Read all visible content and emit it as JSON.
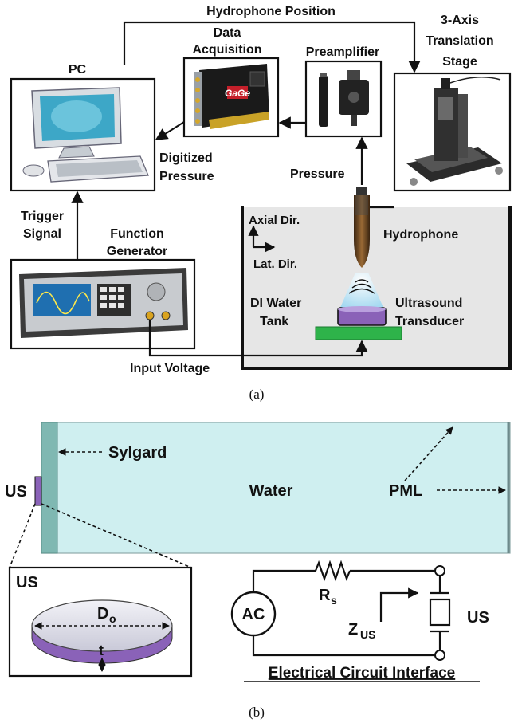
{
  "panel_a": {
    "caption": "(a)",
    "pc": {
      "title": "PC"
    },
    "daq": {
      "title_line1": "Data",
      "title_line2": "Acquisition",
      "card_brand": "GaGe"
    },
    "preamp": {
      "title": "Preamplifier"
    },
    "stage": {
      "title_line1": "3-Axis",
      "title_line2": "Translation",
      "title_line3": "Stage"
    },
    "function_generator": {
      "title_line1": "Function",
      "title_line2": "Generator"
    },
    "tank": {
      "axial_label": "Axial Dir.",
      "lateral_label": "Lat. Dir.",
      "hydrophone_label": "Hydrophone",
      "water_label_line1": "DI Water",
      "water_label_line2": "Tank",
      "transducer_label_line1": "Ultrasound",
      "transducer_label_line2": "Transducer"
    },
    "signals": {
      "hydrophone_position": "Hydrophone Position",
      "digitized_line1": "Digitized",
      "digitized_line2": "Pressure",
      "pressure": "Pressure",
      "trigger_line1": "Trigger",
      "trigger_line2": "Signal",
      "input_voltage": "Input Voltage"
    }
  },
  "panel_b": {
    "caption": "(b)",
    "domain_labels": {
      "sylgard": "Sylgard",
      "us": "US",
      "water": "Water",
      "pml": "PML"
    },
    "inset": {
      "title": "US",
      "diameter": "D",
      "diameter_sub": "o",
      "thickness": "t"
    },
    "circuit": {
      "source": "AC",
      "resistor": "R",
      "resistor_sub": "s",
      "impedance": "Z",
      "impedance_sub": "US",
      "load": "US",
      "title": "Electrical Circuit Interface"
    }
  },
  "colors": {
    "water_domain": "#cfeff0",
    "sylgard_layer": "#7fb8b2",
    "tank_water": "#e6e6e6",
    "transducer_disc": "#8a62b8",
    "transducer_mount": "#2eb34a",
    "monitor_screen": "#3da7c7",
    "daq_board": "#c41f2a",
    "hydrophone_tip": "#7a4a1c"
  }
}
